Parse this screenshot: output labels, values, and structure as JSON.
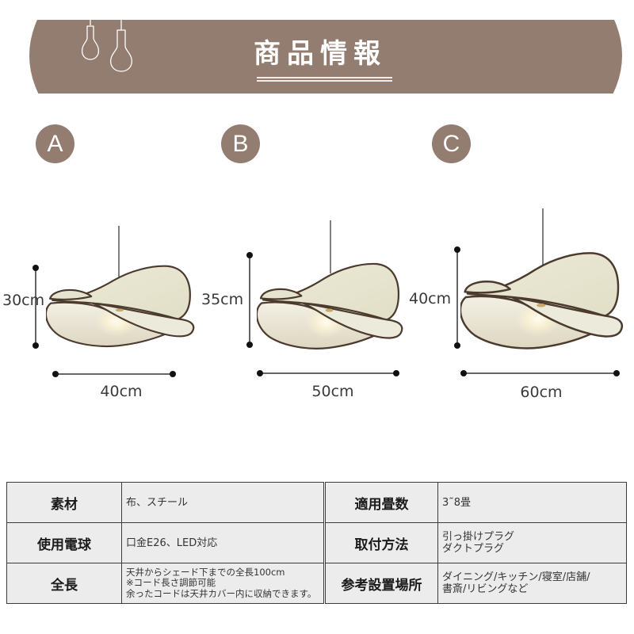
{
  "header": {
    "title": "商品情報",
    "icons": [
      "pendant-bulb-icon",
      "pendant-bulb-icon"
    ]
  },
  "variants": [
    {
      "label": "A",
      "height": "30cm",
      "width": "40cm"
    },
    {
      "label": "B",
      "height": "35cm",
      "width": "50cm"
    },
    {
      "label": "C",
      "height": "40cm",
      "width": "60cm"
    }
  ],
  "specs": {
    "left": [
      {
        "label": "素材",
        "value": [
          "布、スチール"
        ]
      },
      {
        "label": "使用電球",
        "value": [
          "口金E26、LED対応"
        ]
      },
      {
        "label": "全長",
        "value": [
          "天井からシェード下までの全長100cm",
          "※コード長さ調節可能",
          "余ったコードは天井カバー内に収納できます。"
        ]
      }
    ],
    "right": [
      {
        "label": "適用畳数",
        "value": [
          "3˜8畳"
        ]
      },
      {
        "label": "取付方法",
        "value": [
          "引っ掛けプラグ",
          "ダクトプラグ"
        ]
      },
      {
        "label": "参考設置場所",
        "value": [
          "ダイニング/キッチン/寝室/店舗/",
          "書斎/リビングなど"
        ]
      }
    ]
  },
  "colors": {
    "accent": "#937c70",
    "table_bg": "#ececec",
    "shade_trim": "#4b3a2e",
    "shade_fabric": "#e9e7d3"
  }
}
